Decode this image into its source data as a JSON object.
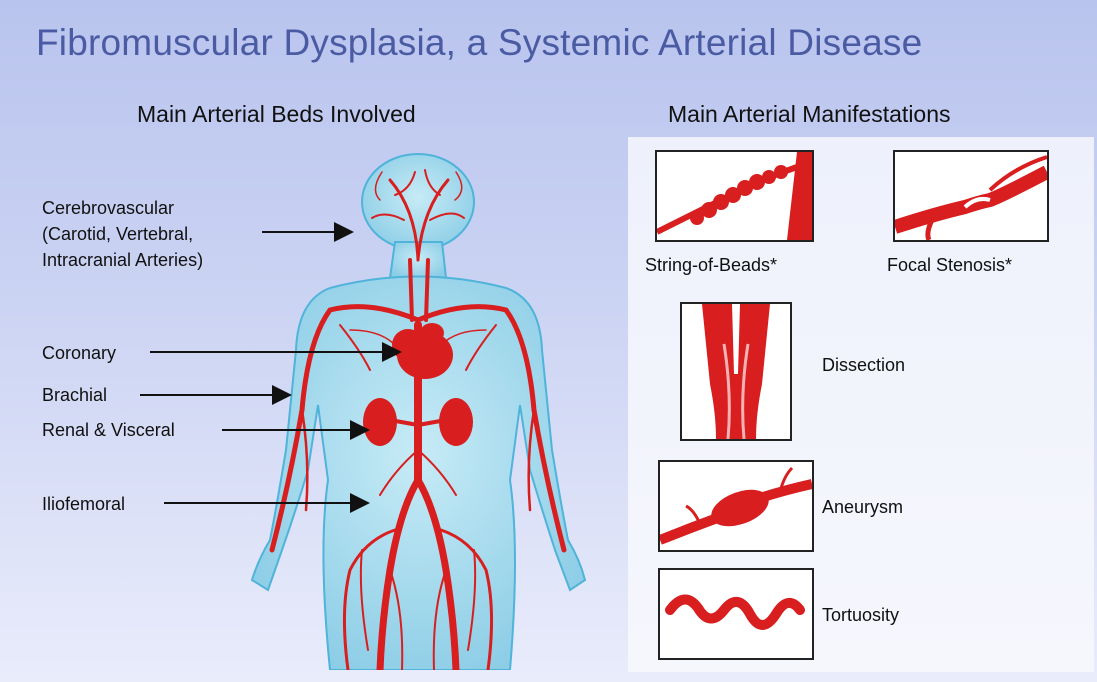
{
  "title": "Fibromuscular Dysplasia, a Systemic Arterial Disease",
  "left_section": {
    "heading": "Main Arterial Beds Involved",
    "labels": {
      "cerebrovascular_1": "Cerebrovascular",
      "cerebrovascular_2": "(Carotid, Vertebral,",
      "cerebrovascular_3": "Intracranial Arteries)",
      "coronary": "Coronary",
      "brachial": "Brachial",
      "renal": "Renal & Visceral",
      "iliofemoral": "Iliofemoral"
    }
  },
  "right_section": {
    "heading": "Main Arterial Manifestations",
    "manifestations": {
      "string_of_beads": "String-of-Beads*",
      "focal_stenosis": "Focal Stenosis*",
      "dissection": "Dissection",
      "aneurysm": "Aneurysm",
      "tortuosity": "Tortuosity"
    }
  },
  "colors": {
    "title": "#4a5ba3",
    "artery": "#d81e1e",
    "body_fill": "#9fd7ec",
    "body_outline": "#4fb3da"
  }
}
